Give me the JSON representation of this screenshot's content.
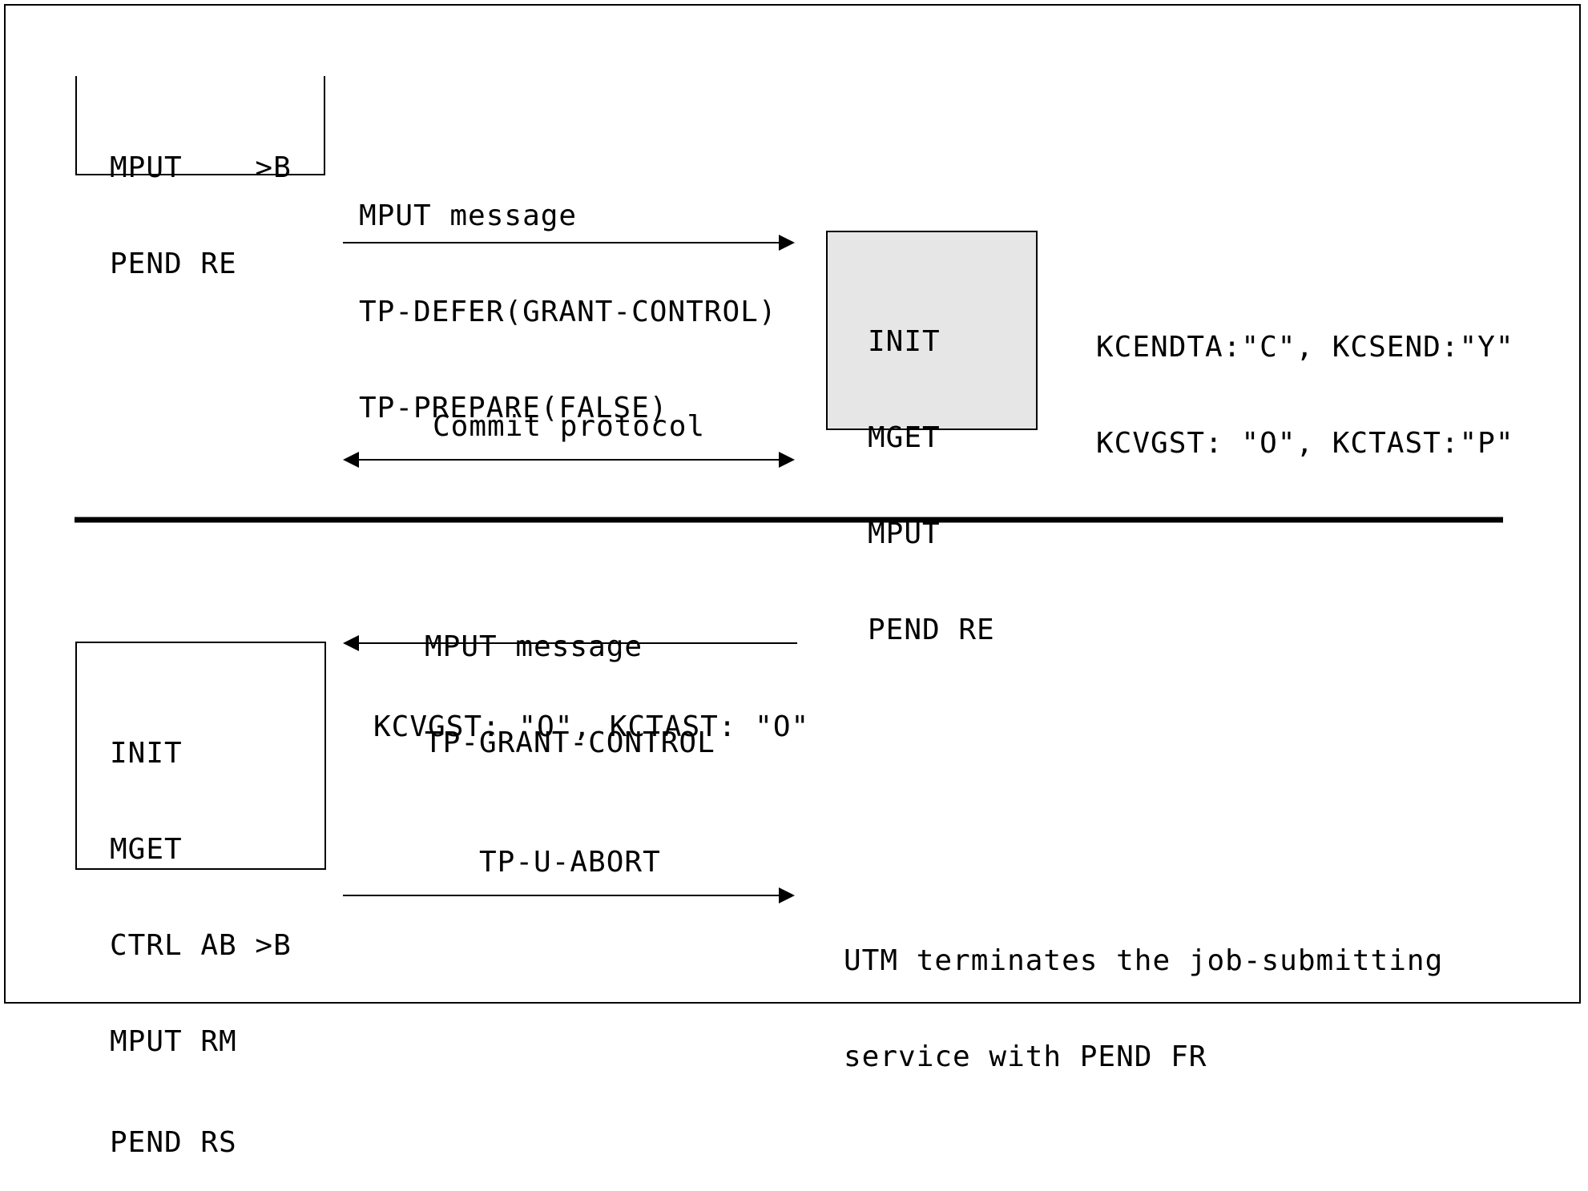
{
  "top_section": {
    "client_box_lines": [
      "MPUT    >B",
      "PEND RE"
    ],
    "message_label_lines": [
      "MPUT message",
      "TP-DEFER(GRANT-CONTROL)",
      "TP-PREPARE(FALSE)"
    ],
    "server_box_lines": [
      "INIT",
      "MGET",
      "MPUT",
      "PEND RE"
    ],
    "server_fields_lines": [
      "KCENDTA:\"C\", KCSEND:\"Y\"",
      "KCVGST: \"O\", KCTAST:\"P\""
    ],
    "commit_label": "Commit protocol"
  },
  "bottom_section": {
    "message_label_lines": [
      "MPUT message",
      "TP-GRANT-CONTROL"
    ],
    "client_box_lines": [
      "INIT",
      "MGET",
      "CTRL AB >B",
      "MPUT RM",
      "PEND RS"
    ],
    "client_fields": "KCVGST: \"O\", KCTAST: \"O\"",
    "abort_label": "TP-U-ABORT",
    "result_lines": [
      "UTM terminates the job-submitting",
      "service with PEND FR"
    ]
  },
  "colors": {
    "line": "#000000",
    "server_box_fill": "#e6e6e6",
    "background": "#ffffff"
  }
}
